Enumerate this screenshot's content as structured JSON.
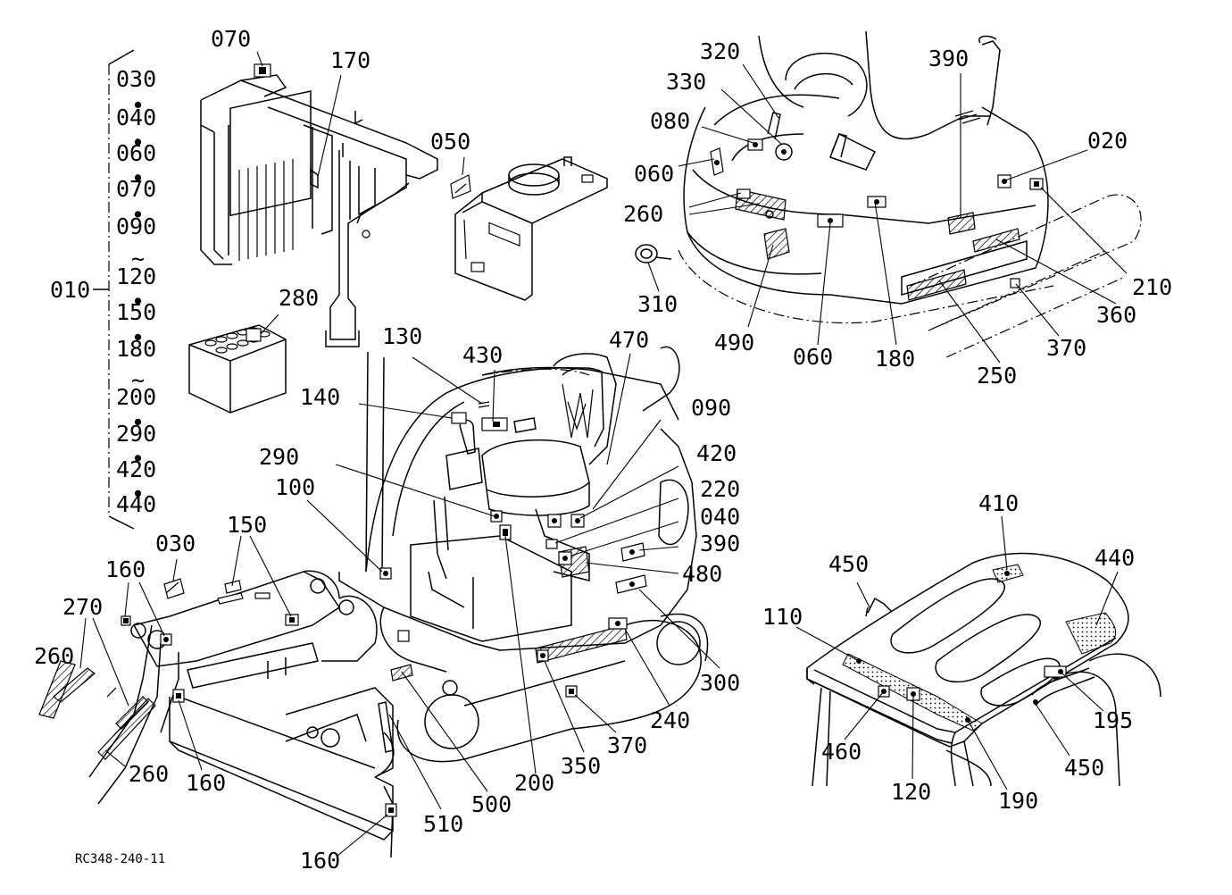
{
  "figure_code": "RC348-240-11",
  "group": {
    "label": "010",
    "items": [
      "030",
      "040",
      "060",
      "070",
      "090",
      "120",
      "150",
      "180",
      "200",
      "290",
      "420",
      "440"
    ],
    "separators": [
      "•",
      "•",
      "•",
      "•",
      "~",
      "•",
      "•",
      "~",
      "•",
      "•",
      "•"
    ]
  },
  "callouts": [
    {
      "id": "c070",
      "text": "070"
    },
    {
      "id": "c170",
      "text": "170"
    },
    {
      "id": "c050",
      "text": "050"
    },
    {
      "id": "c280",
      "text": "280"
    },
    {
      "id": "c320",
      "text": "320"
    },
    {
      "id": "c390a",
      "text": "390"
    },
    {
      "id": "c330",
      "text": "330"
    },
    {
      "id": "c080",
      "text": "080"
    },
    {
      "id": "c060a",
      "text": "060"
    },
    {
      "id": "c260a",
      "text": "260"
    },
    {
      "id": "c020",
      "text": "020"
    },
    {
      "id": "c210",
      "text": "210"
    },
    {
      "id": "c310",
      "text": "310"
    },
    {
      "id": "c360",
      "text": "360"
    },
    {
      "id": "c490",
      "text": "490"
    },
    {
      "id": "c060b",
      "text": "060"
    },
    {
      "id": "c180",
      "text": "180"
    },
    {
      "id": "c370a",
      "text": "370"
    },
    {
      "id": "c250",
      "text": "250"
    },
    {
      "id": "c130",
      "text": "130"
    },
    {
      "id": "c430",
      "text": "430"
    },
    {
      "id": "c470",
      "text": "470"
    },
    {
      "id": "c140",
      "text": "140"
    },
    {
      "id": "c090",
      "text": "090"
    },
    {
      "id": "c290",
      "text": "290"
    },
    {
      "id": "c420",
      "text": "420"
    },
    {
      "id": "c100",
      "text": "100"
    },
    {
      "id": "c220",
      "text": "220"
    },
    {
      "id": "c040",
      "text": "040"
    },
    {
      "id": "c390b",
      "text": "390"
    },
    {
      "id": "c480",
      "text": "480"
    },
    {
      "id": "c150",
      "text": "150"
    },
    {
      "id": "c030",
      "text": "030"
    },
    {
      "id": "c160a",
      "text": "160"
    },
    {
      "id": "c270",
      "text": "270"
    },
    {
      "id": "c260b",
      "text": "260"
    },
    {
      "id": "c300",
      "text": "300"
    },
    {
      "id": "c240",
      "text": "240"
    },
    {
      "id": "c370b",
      "text": "370"
    },
    {
      "id": "c350",
      "text": "350"
    },
    {
      "id": "c200",
      "text": "200"
    },
    {
      "id": "c500",
      "text": "500"
    },
    {
      "id": "c510",
      "text": "510"
    },
    {
      "id": "c260c",
      "text": "260"
    },
    {
      "id": "c160b",
      "text": "160"
    },
    {
      "id": "c160c",
      "text": "160"
    },
    {
      "id": "c410",
      "text": "410"
    },
    {
      "id": "c450a",
      "text": "450"
    },
    {
      "id": "c440",
      "text": "440"
    },
    {
      "id": "c110",
      "text": "110"
    },
    {
      "id": "c195",
      "text": "195"
    },
    {
      "id": "c460",
      "text": "460"
    },
    {
      "id": "c120",
      "text": "120"
    },
    {
      "id": "c450b",
      "text": "450"
    },
    {
      "id": "c190",
      "text": "190"
    }
  ]
}
